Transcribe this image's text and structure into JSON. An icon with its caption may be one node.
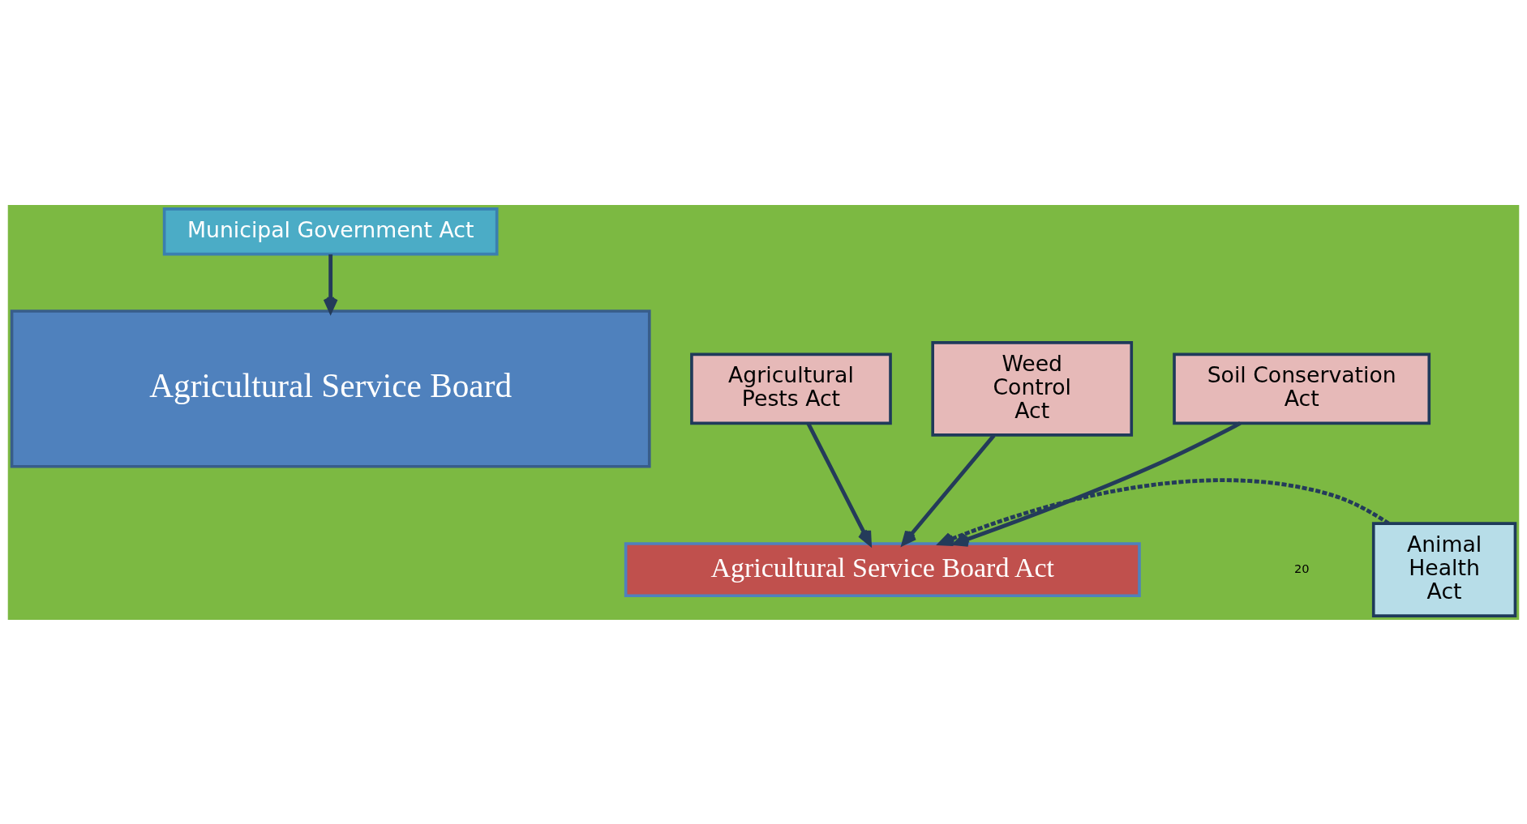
{
  "diagram": {
    "nodes": [
      {
        "text": [
          "Municipal Government Act"
        ]
      },
      {
        "text": [
          "Agricultural Service Board"
        ]
      },
      {
        "text": [
          "Agricultural Service Board Act"
        ]
      },
      {
        "text": [
          "Animal Health Act"
        ]
      },
      {
        "text": [
          "Agricultural Pests Act"
        ]
      },
      {
        "text": [
          "Soil Conservation Act"
        ]
      },
      {
        "text": [
          "Weed Control Act"
        ]
      }
    ],
    "edges": [
      {
        "from": 0,
        "to": 1,
        "arrow": "to"
      },
      {
        "from": 3,
        "to": 2,
        "arrow": "to",
        "style": "dashed"
      },
      {
        "from": 4,
        "to": 2,
        "arrow": "to"
      },
      {
        "from": 5,
        "to": 2,
        "arrow": "to"
      },
      {
        "from": 6,
        "to": 2,
        "arrow": "to"
      }
    ],
    "labels": [
      "20"
    ]
  }
}
